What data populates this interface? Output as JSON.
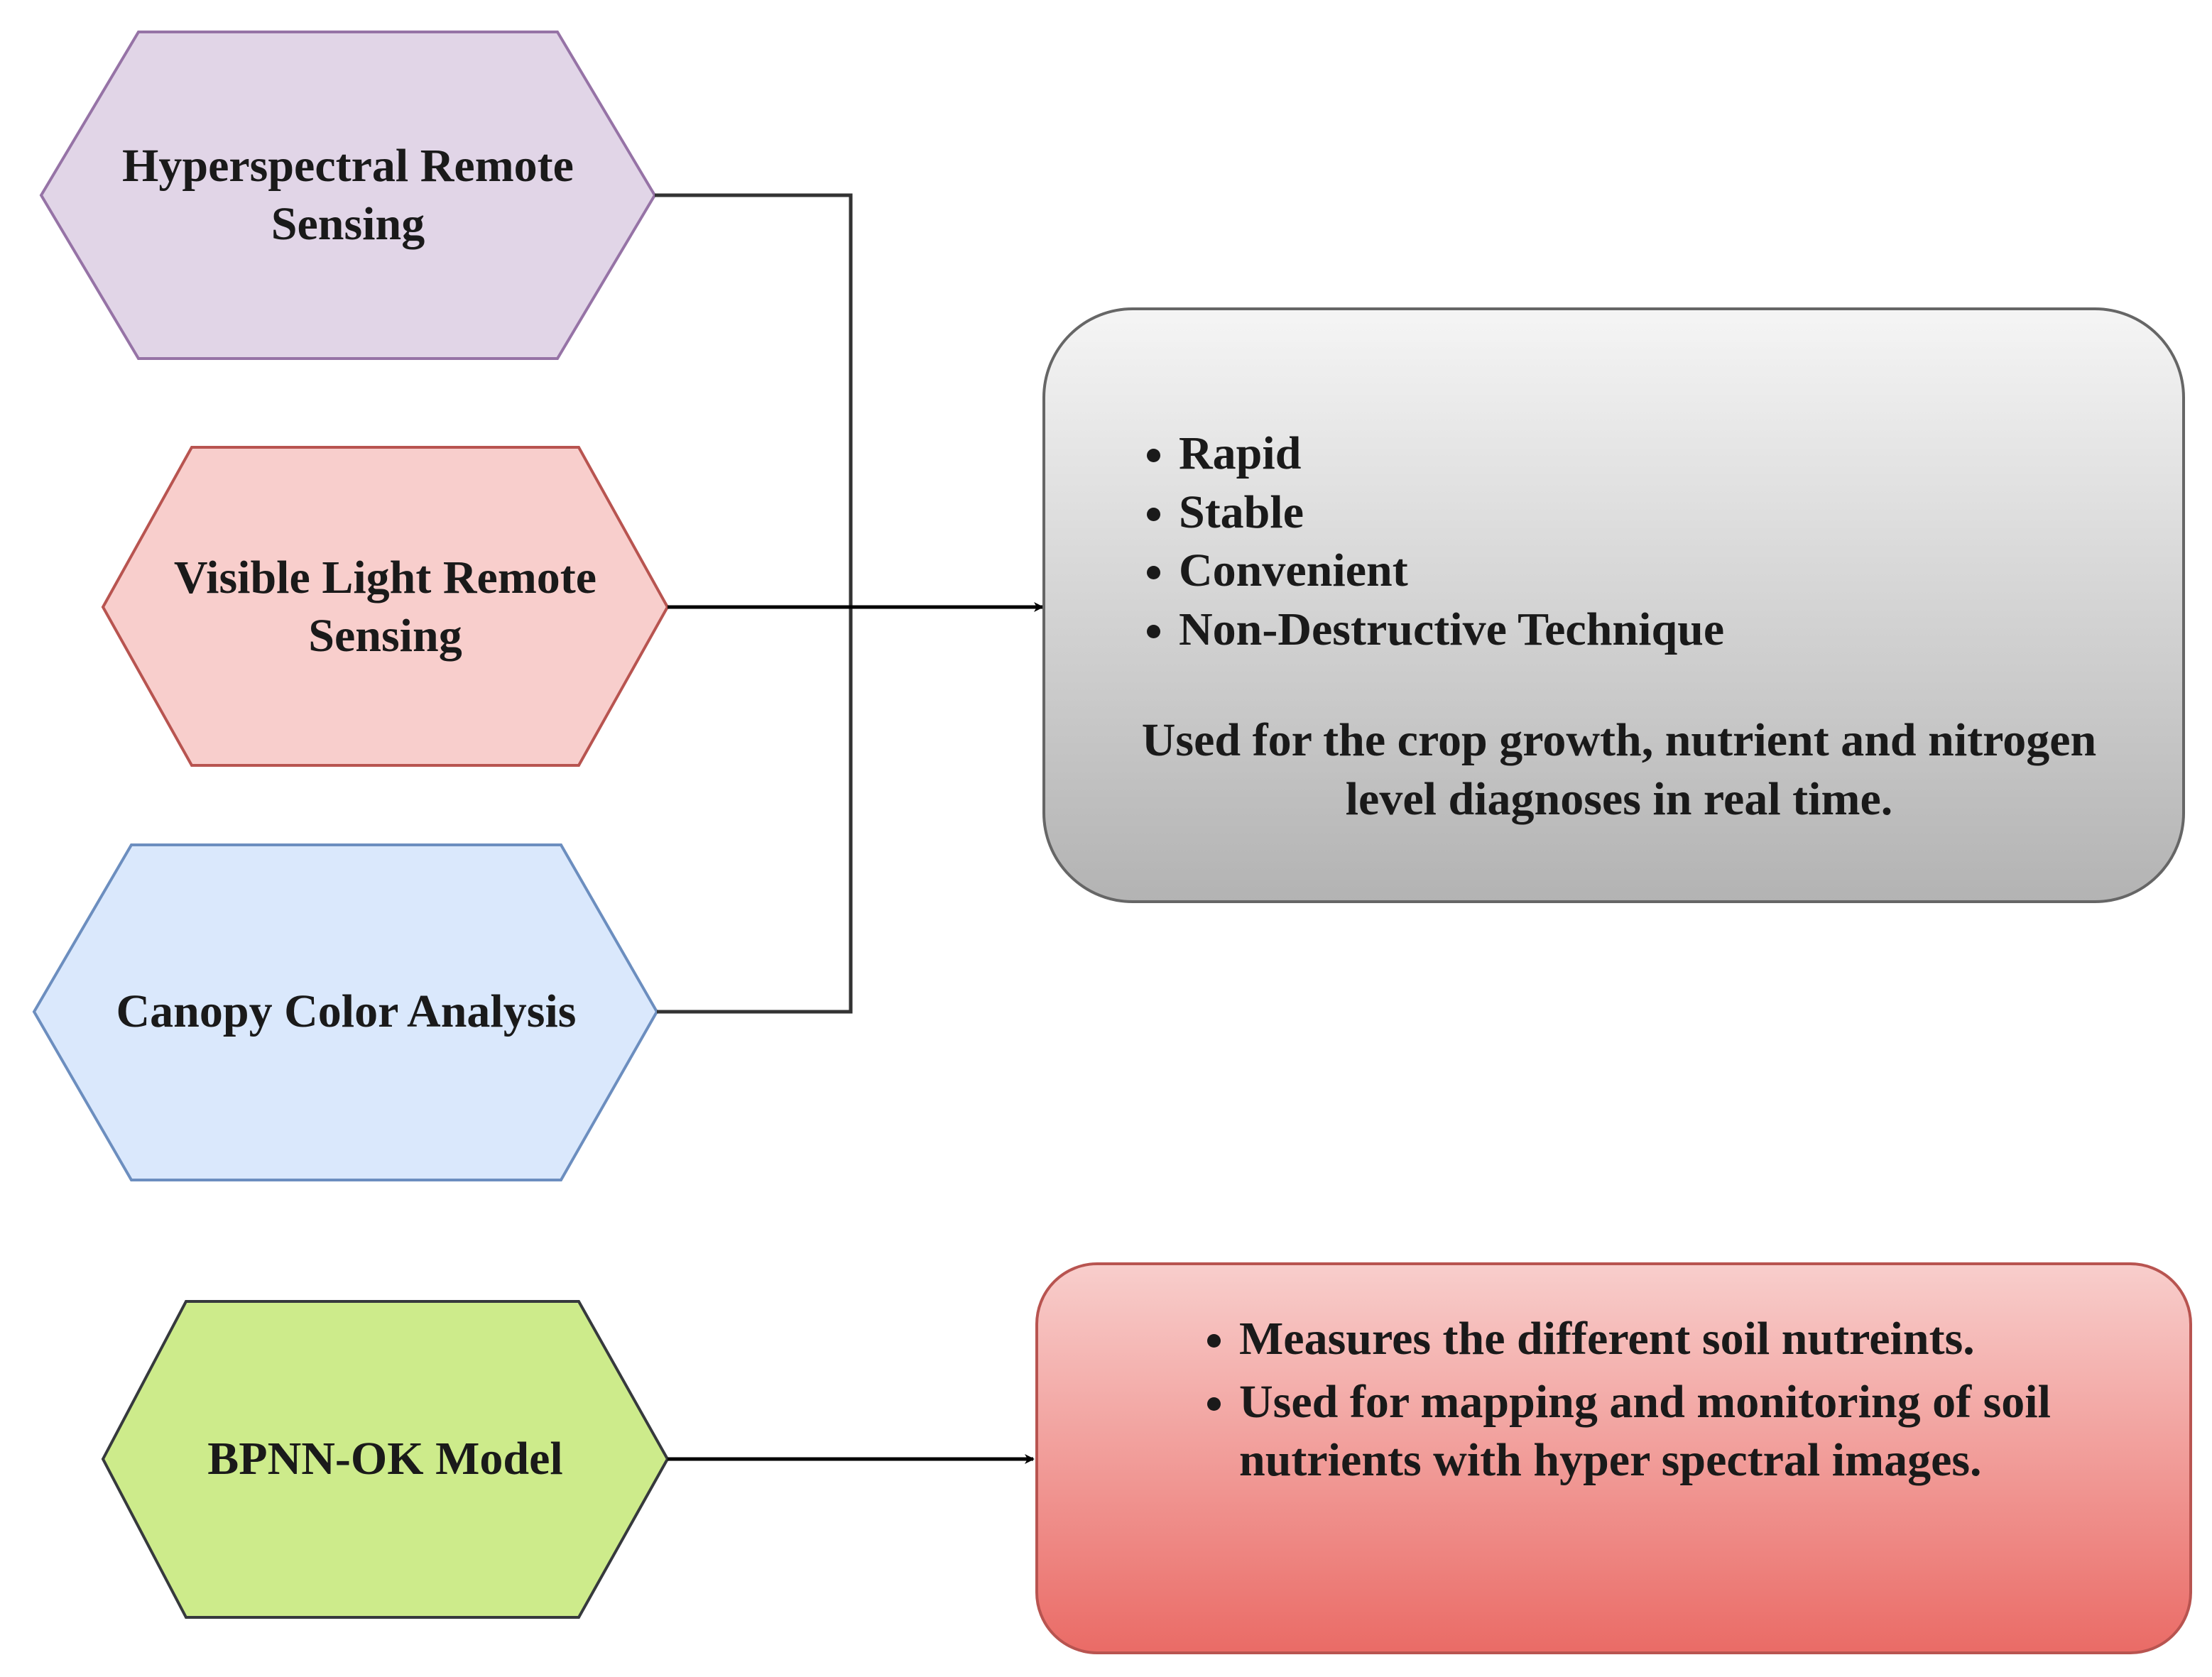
{
  "nodes": {
    "hyperspectral": "Hyperspectral Remote Sensing",
    "visible_light": "Visible Light Remote Sensing",
    "canopy": "Canopy Color Analysis",
    "bpnn": "BPNN-OK Model"
  },
  "colors": {
    "hyperspectral_fill": "#e1d5e7",
    "hyperspectral_stroke": "#9673a6",
    "visible_fill": "#f8cecc",
    "visible_stroke": "#b85450",
    "canopy_fill": "#dae8fc",
    "canopy_stroke": "#6c8ebf",
    "bpnn_fill": "#cdeb8b",
    "bpnn_stroke": "#36393d",
    "grey_box_top": "#f5f5f5",
    "grey_box_bottom": "#b3b3b3",
    "red_box_top": "#f8cecc",
    "red_box_bottom": "#ea6b66"
  },
  "grey_box": {
    "bullets": [
      "Rapid",
      "Stable",
      "Convenient",
      "Non-Destructive Technique"
    ],
    "note": "Used for the crop growth, nutrient and nitrogen level diagnoses in real time."
  },
  "red_box": {
    "bullets": [
      "Measures the different soil nutreints.",
      "Used for mapping and monitoring of soil nutrients with hyper spectral images."
    ]
  }
}
